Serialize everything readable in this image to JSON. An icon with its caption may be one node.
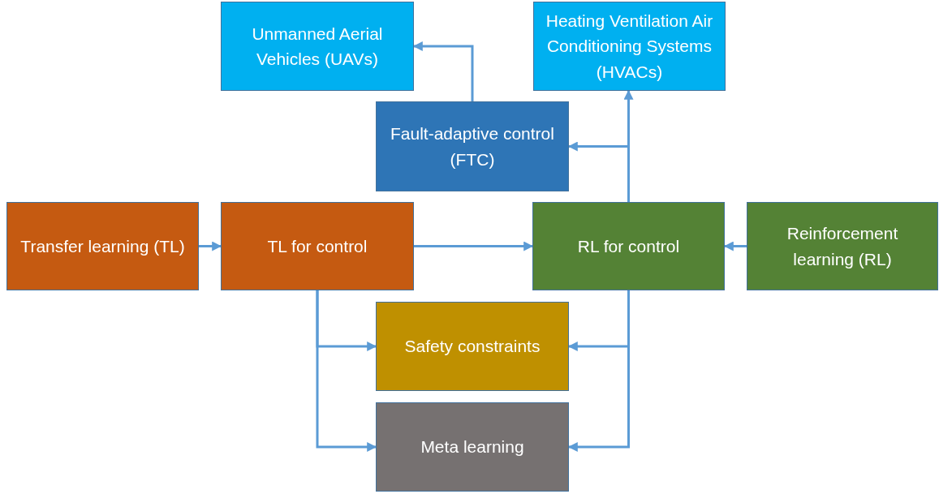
{
  "diagram": {
    "nodes": [
      {
        "text": [
          "Unmanned Aerial Vehicles (UAVs)"
        ]
      },
      {
        "text": [
          "Heating Ventilation Air Conditioning Systems (HVACs)"
        ]
      },
      {
        "text": [
          "Fault-adaptive control (FTC)"
        ]
      },
      {
        "text": [
          "Transfer learning (TL)"
        ]
      },
      {
        "text": [
          "TL for control"
        ]
      },
      {
        "text": [
          "RL for control"
        ]
      },
      {
        "text": [
          "Reinforcement learning (RL)"
        ]
      },
      {
        "text": [
          "Safety constraints"
        ]
      },
      {
        "text": [
          "Meta learning"
        ]
      }
    ],
    "edges": [
      {
        "from": 2,
        "to": 0,
        "arrow": "to"
      },
      {
        "from": 5,
        "to": 1,
        "arrow": "to"
      },
      {
        "from": 5,
        "to": 2,
        "arrow": "to"
      },
      {
        "from": 3,
        "to": 4,
        "arrow": "to"
      },
      {
        "from": 4,
        "to": 5,
        "arrow": "to"
      },
      {
        "from": 6,
        "to": 5,
        "arrow": "to"
      },
      {
        "from": 4,
        "to": 7,
        "arrow": "to"
      },
      {
        "from": 4,
        "to": 8,
        "arrow": "to"
      },
      {
        "from": 5,
        "to": 7,
        "arrow": "to"
      },
      {
        "from": 5,
        "to": 8,
        "arrow": "to"
      }
    ]
  }
}
